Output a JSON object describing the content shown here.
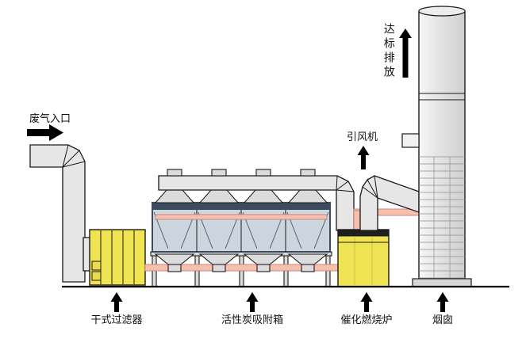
{
  "diagram": {
    "labels": {
      "inlet": "废气入口",
      "discharge": "达标排放",
      "fan": "引风机",
      "filter": "干式过滤器",
      "adsorption": "活性炭吸附箱",
      "furnace": "催化燃烧炉",
      "chimney": "烟囱"
    },
    "colors": {
      "equipment_yellow": "#f0e455",
      "duct_gray": "#e6e6e6",
      "box_gray": "#cdd6de",
      "box_band": "#3c4c5e",
      "pipe_pink": "#f6bfae",
      "pipe_pink_edge": "#c98877",
      "outline": "#1a1a1a"
    }
  }
}
